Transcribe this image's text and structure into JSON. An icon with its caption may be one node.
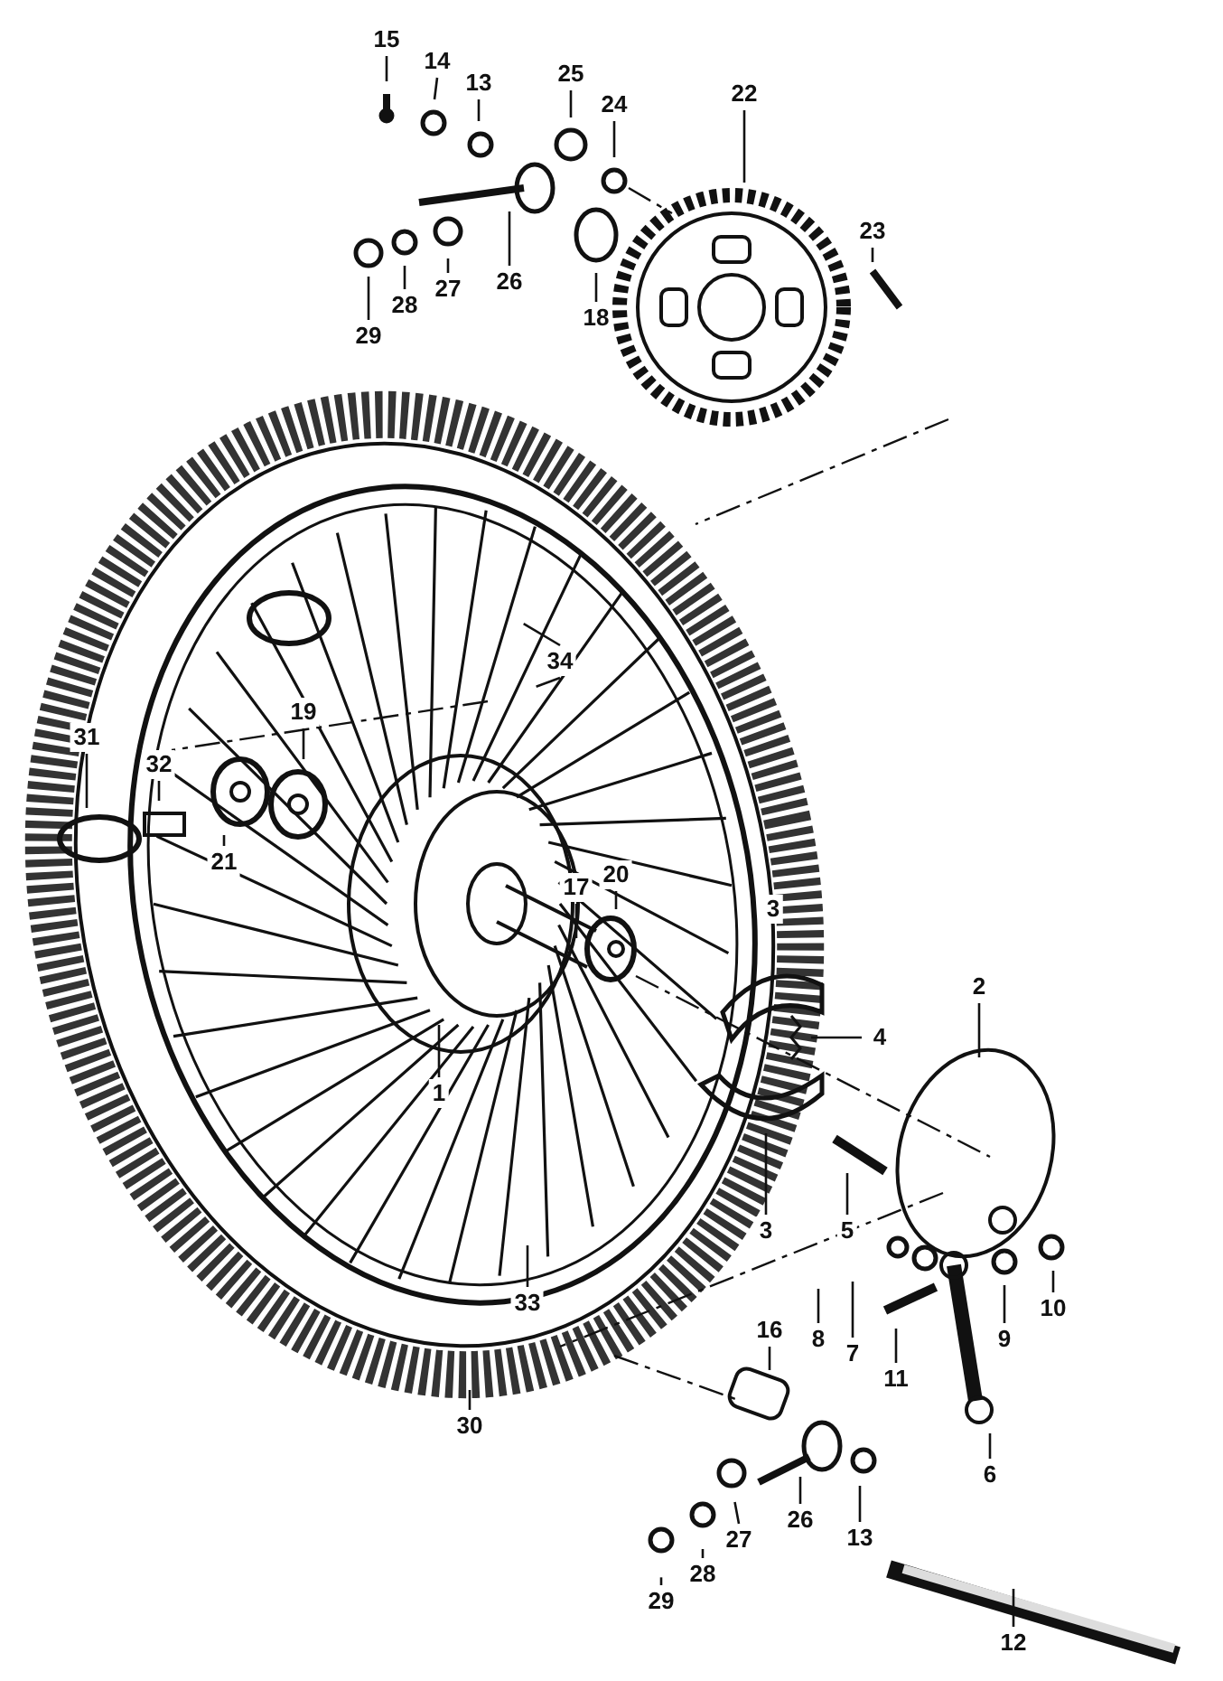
{
  "diagram": {
    "nodes": [
      {
        "text": [
          "15"
        ]
      },
      {
        "text": [
          "14"
        ]
      },
      {
        "text": [
          "13"
        ]
      },
      {
        "text": [
          "25"
        ]
      },
      {
        "text": [
          "24"
        ]
      },
      {
        "text": [
          "22"
        ]
      },
      {
        "text": [
          "23"
        ]
      },
      {
        "text": [
          "26"
        ]
      },
      {
        "text": [
          "27"
        ]
      },
      {
        "text": [
          "28"
        ]
      },
      {
        "text": [
          "29"
        ]
      },
      {
        "text": [
          "18"
        ]
      },
      {
        "text": [
          "34"
        ]
      },
      {
        "text": [
          "19"
        ]
      },
      {
        "text": [
          "31"
        ]
      },
      {
        "text": [
          "32"
        ]
      },
      {
        "text": [
          "21"
        ]
      },
      {
        "text": [
          "17"
        ]
      },
      {
        "text": [
          "20"
        ]
      },
      {
        "text": [
          "3"
        ]
      },
      {
        "text": [
          "4"
        ]
      },
      {
        "text": [
          "2"
        ]
      },
      {
        "text": [
          "1"
        ]
      },
      {
        "text": [
          "5"
        ]
      },
      {
        "text": [
          "3"
        ]
      },
      {
        "text": [
          "33"
        ]
      },
      {
        "text": [
          "30"
        ]
      },
      {
        "text": [
          "8"
        ]
      },
      {
        "text": [
          "7"
        ]
      },
      {
        "text": [
          "9"
        ]
      },
      {
        "text": [
          "10"
        ]
      },
      {
        "text": [
          "11"
        ]
      },
      {
        "text": [
          "16"
        ]
      },
      {
        "text": [
          "6"
        ]
      },
      {
        "text": [
          "26"
        ]
      },
      {
        "text": [
          "27"
        ]
      },
      {
        "text": [
          "13"
        ]
      },
      {
        "text": [
          "28"
        ]
      },
      {
        "text": [
          "29"
        ]
      },
      {
        "text": [
          "12"
        ]
      }
    ],
    "edges": [
      {
        "from": 0,
        "to": null,
        "arrow": "none"
      },
      {
        "from": 1,
        "to": null,
        "arrow": "none"
      },
      {
        "from": 2,
        "to": null,
        "arrow": "none"
      },
      {
        "from": 3,
        "to": null,
        "arrow": "none"
      },
      {
        "from": 4,
        "to": null,
        "arrow": "none"
      },
      {
        "from": 5,
        "to": null,
        "arrow": "none"
      },
      {
        "from": 6,
        "to": null,
        "arrow": "none"
      },
      {
        "from": 7,
        "to": null,
        "arrow": "none"
      },
      {
        "from": 8,
        "to": null,
        "arrow": "none"
      },
      {
        "from": 9,
        "to": null,
        "arrow": "none"
      },
      {
        "from": 10,
        "to": null,
        "arrow": "none"
      },
      {
        "from": 11,
        "to": null,
        "arrow": "none"
      },
      {
        "from": 12,
        "to": null,
        "arrow": "none"
      },
      {
        "from": 12,
        "to": null,
        "arrow": "none"
      },
      {
        "from": 13,
        "to": null,
        "arrow": "none"
      },
      {
        "from": 14,
        "to": null,
        "arrow": "none"
      },
      {
        "from": 15,
        "to": null,
        "arrow": "none"
      },
      {
        "from": 16,
        "to": null,
        "arrow": "none"
      },
      {
        "from": 17,
        "to": null,
        "arrow": "none"
      },
      {
        "from": 18,
        "to": null,
        "arrow": "none"
      },
      {
        "from": 19,
        "to": null,
        "arrow": "none"
      },
      {
        "from": 20,
        "to": null,
        "arrow": "none"
      },
      {
        "from": 21,
        "to": null,
        "arrow": "none"
      },
      {
        "from": 22,
        "to": null,
        "arrow": "none"
      },
      {
        "from": 23,
        "to": null,
        "arrow": "none"
      },
      {
        "from": 24,
        "to": null,
        "arrow": "none"
      },
      {
        "from": 25,
        "to": null,
        "arrow": "none"
      },
      {
        "from": 26,
        "to": null,
        "arrow": "none"
      },
      {
        "from": 27,
        "to": null,
        "arrow": "none"
      },
      {
        "from": 28,
        "to": null,
        "arrow": "none"
      },
      {
        "from": 29,
        "to": null,
        "arrow": "none"
      },
      {
        "from": 30,
        "to": null,
        "arrow": "none"
      },
      {
        "from": 31,
        "to": null,
        "arrow": "none"
      },
      {
        "from": 32,
        "to": null,
        "arrow": "none"
      },
      {
        "from": 33,
        "to": null,
        "arrow": "none"
      },
      {
        "from": 34,
        "to": null,
        "arrow": "none"
      },
      {
        "from": 35,
        "to": null,
        "arrow": "none"
      },
      {
        "from": 36,
        "to": null,
        "arrow": "none"
      },
      {
        "from": 37,
        "to": null,
        "arrow": "none"
      },
      {
        "from": 38,
        "to": null,
        "arrow": "none"
      },
      {
        "from": 39,
        "to": null,
        "arrow": "none"
      }
    ]
  }
}
